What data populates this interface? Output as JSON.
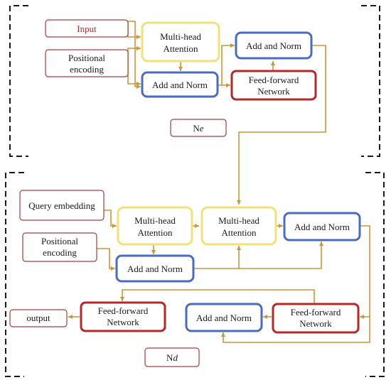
{
  "colors": {
    "line": "#c8973a",
    "yellow": "#f0e27a",
    "blue": "#4a6bc0",
    "red": "#b5282a",
    "thin_red": "#a04040",
    "dash": "#1a1a1a"
  },
  "encoder": {
    "input": "Input",
    "positional": [
      "Positional",
      "encoding"
    ],
    "mha": [
      "Multi-head",
      "Attention"
    ],
    "add_norm_1": "Add and Norm",
    "add_norm_2": "Add and Norm",
    "ffn": [
      "Feed-forward",
      "Network"
    ],
    "repeat_prefix": "N",
    "repeat_sub": "e"
  },
  "decoder": {
    "query": "Query embedding",
    "positional": [
      "Positional",
      "encoding"
    ],
    "mha_1": [
      "Multi-head",
      "Attention"
    ],
    "mha_2": [
      "Multi-head",
      "Attention"
    ],
    "add_norm_1": "Add and Norm",
    "add_norm_2": "Add and Norm",
    "add_norm_3": "Add and Norm",
    "ffn_left": [
      "Feed-forward",
      "Network"
    ],
    "ffn_right": [
      "Feed-forward",
      "Network"
    ],
    "output": "output",
    "repeat_prefix": "N",
    "repeat_sub": "d"
  }
}
